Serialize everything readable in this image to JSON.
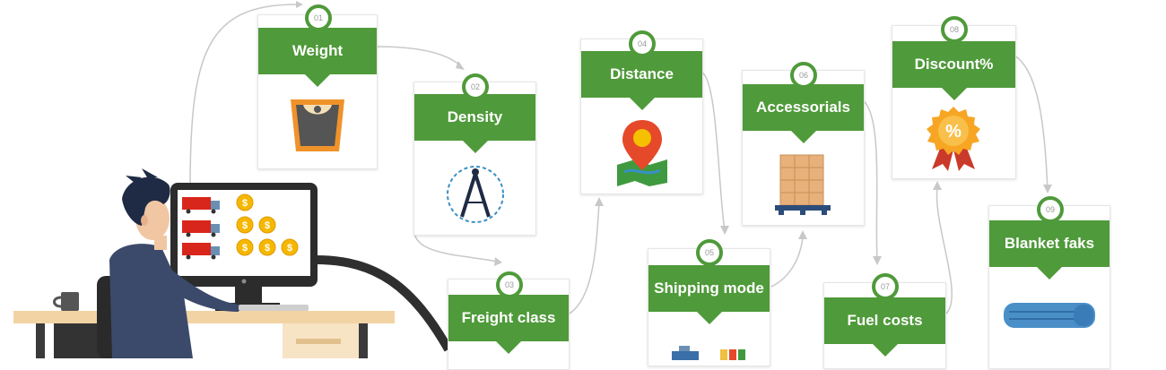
{
  "steps": [
    {
      "num": "01",
      "label": "Weight",
      "icon": "scale-icon"
    },
    {
      "num": "02",
      "label": "Density",
      "icon": "compass-icon"
    },
    {
      "num": "03",
      "label": "Freight class",
      "icon": "freight-icon"
    },
    {
      "num": "04",
      "label": "Distance",
      "icon": "map-pin-icon"
    },
    {
      "num": "05",
      "label": "Shipping mode",
      "icon": "ship-icon"
    },
    {
      "num": "06",
      "label": "Accessorials",
      "icon": "pallet-boxes-icon"
    },
    {
      "num": "07",
      "label": "Fuel costs",
      "icon": "fuel-icon"
    },
    {
      "num": "08",
      "label": "Discount%",
      "icon": "discount-badge-icon"
    },
    {
      "num": "09",
      "label": "Blanket faks",
      "icon": "blanket-icon"
    }
  ],
  "colors": {
    "accent": "#4f9a3a",
    "coin": "#f5b700",
    "truck": "#d9261c",
    "pin": "#e5492a",
    "badge_orange": "#f6a623"
  }
}
